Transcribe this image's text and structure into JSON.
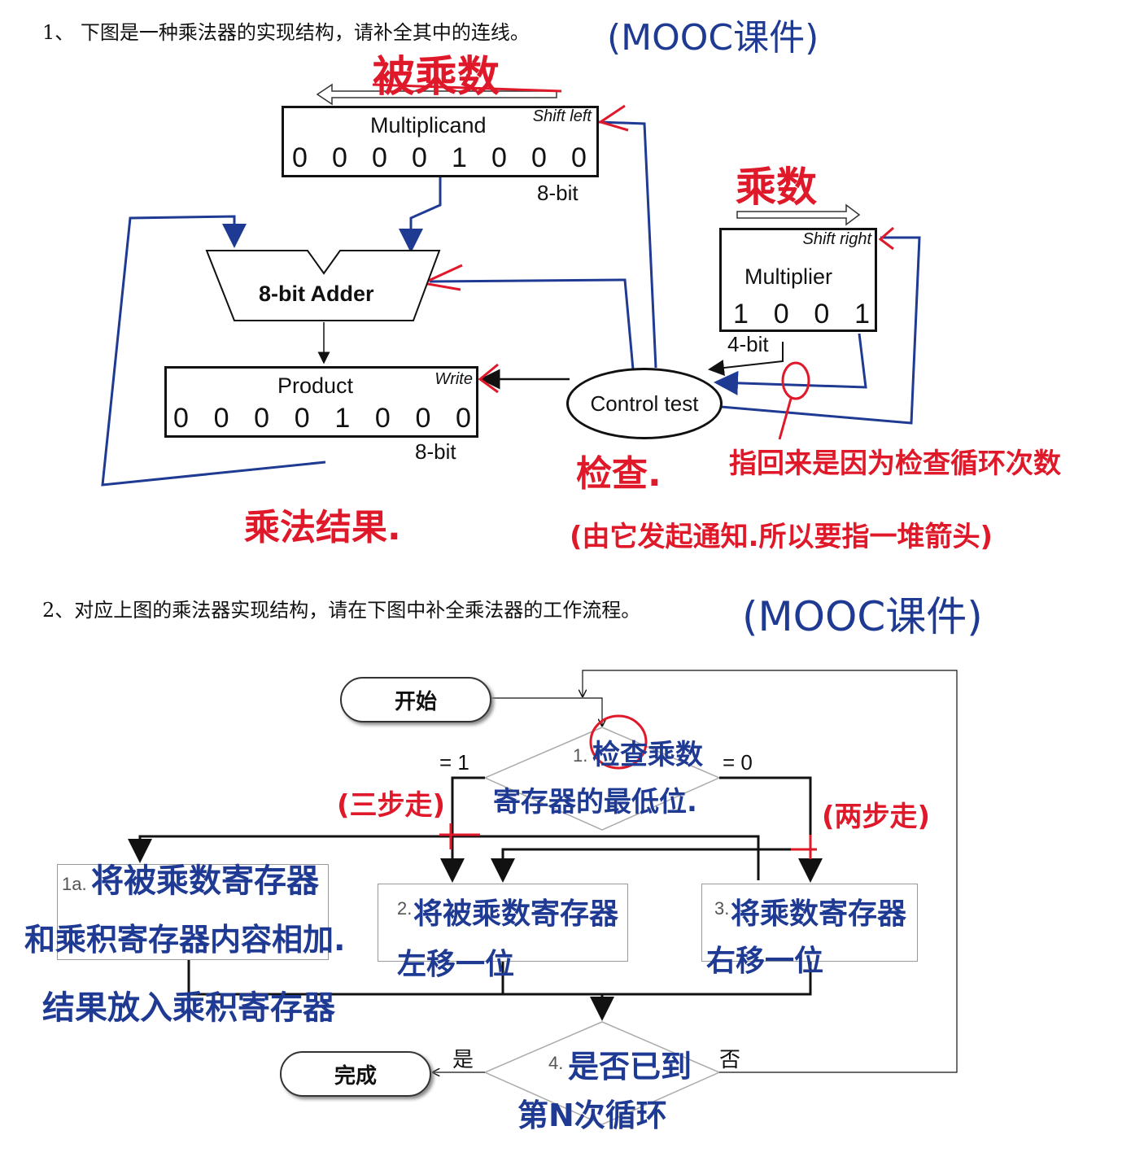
{
  "question1": {
    "text": "1、 下图是一种乘法器的实现结构，请补全其中的连线。",
    "note": "(MOOC课件)"
  },
  "multiplicand": {
    "title": "Multiplicand",
    "shift": "Shift left",
    "bits": [
      "0",
      "0",
      "0",
      "0",
      "1",
      "0",
      "0",
      "0"
    ],
    "width": "8-bit",
    "annotation": "被乘数"
  },
  "adder": {
    "label": "8-bit Adder"
  },
  "product": {
    "title": "Product",
    "write": "Write",
    "bits": [
      "0",
      "0",
      "0",
      "0",
      "1",
      "0",
      "0",
      "0"
    ],
    "width": "8-bit",
    "annotation": "乘法结果."
  },
  "multiplier": {
    "title": "Multiplier",
    "shift": "Shift right",
    "bits": [
      "1",
      "0",
      "0",
      "1"
    ],
    "width": "4-bit",
    "annotation": "乘数"
  },
  "control": {
    "label": "Control test",
    "annotation1": "检查.",
    "annotation2": "(由它发起通知.所以要指一堆箭头)",
    "loop_note": "指回来是因为检查循环次数"
  },
  "question2": {
    "text": "2、对应上图的乘法器实现结构，请在下图中补全乘法器的工作流程。",
    "note": "(MOOC课件)"
  },
  "flowchart": {
    "start": "开始",
    "done": "完成",
    "eq1": "= 1",
    "eq0": "= 0",
    "yes": "是",
    "no": "否",
    "step1_num": "1.",
    "step1_hand_a": "检查乘数",
    "step1_hand_b": "寄存器的最低位.",
    "branch_left": "(三步走)",
    "branch_right": "(两步走)",
    "step1a_num": "1a.",
    "step1a_hand_a": "将被乘数寄存器",
    "step1a_hand_b": "和乘积寄存器内容相加.",
    "step1a_hand_c": "结果放入乘积寄存器",
    "step2_num": "2.",
    "step2_hand_a": "将被乘数寄存器",
    "step2_hand_b": "左移一位",
    "step3_num": "3.",
    "step3_hand_a": "将乘数寄存器",
    "step3_hand_b": "右移一位",
    "step4_num": "4.",
    "step4_hand_a": "是否已到",
    "step4_hand_b": "第N次循环"
  },
  "colors": {
    "red_ink": "#e0192a",
    "blue_ink": "#1f3a93",
    "black": "#111111"
  }
}
